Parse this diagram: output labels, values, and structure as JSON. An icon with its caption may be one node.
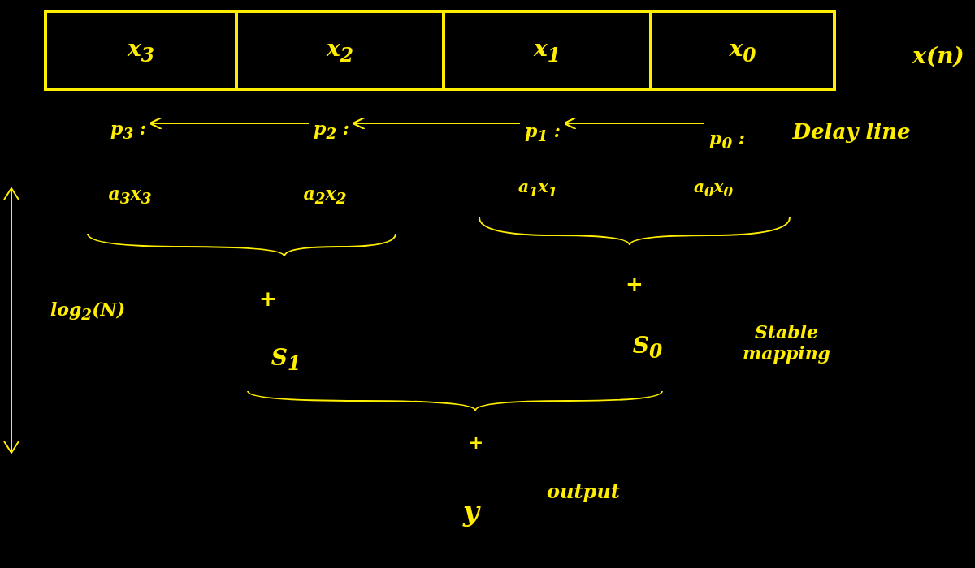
{
  "diagram": {
    "nodes": [
      {
        "text": [
          "x$_{3}$"
        ]
      },
      {
        "text": [
          "x$_{2}$"
        ]
      },
      {
        "text": [
          "x$_{1}$"
        ]
      },
      {
        "text": [
          "x$_{0}$"
        ]
      },
      {
        "text": [
          "p$_{3}$ :"
        ]
      },
      {
        "text": [
          "p$_{2}$ :"
        ]
      },
      {
        "text": [
          "p$_{1}$ :"
        ]
      },
      {
        "text": [
          "p$_{0}$ :"
        ]
      }
    ],
    "edges": [
      {
        "from": 7,
        "to": 6,
        "arrow": "to"
      },
      {
        "from": 6,
        "to": 5,
        "arrow": "to"
      },
      {
        "from": 5,
        "to": 4,
        "arrow": "to"
      }
    ],
    "labels": [
      "x(n)",
      "Delay line",
      "a$_{3}$x$_{3}$",
      "a$_{2}$x$_{2}$",
      "a$_{1}$x$_{1}$",
      "a$_{0}$x$_{0}$",
      "+",
      "log$_{2}$(N)",
      "+",
      "Stable mapping",
      "S$_{1}$",
      "S$_{0}$",
      "+",
      "y",
      "output"
    ]
  }
}
